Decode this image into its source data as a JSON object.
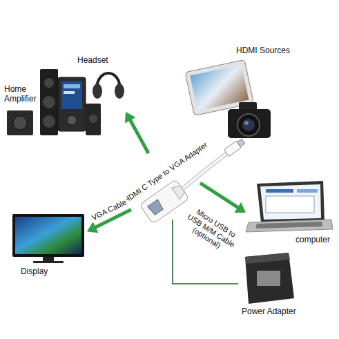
{
  "diagram": {
    "nodes": [
      {
        "text": [
          "Headset",
          "Home Amplifier"
        ]
      },
      {
        "text": [
          "HDMI Sources"
        ]
      },
      {
        "text": [
          "HDMI C Type to VGA Adapter"
        ]
      },
      {
        "text": [
          "Display"
        ]
      },
      {
        "text": [
          "computer"
        ]
      },
      {
        "text": [
          "Power Adapter"
        ]
      }
    ],
    "edges": [
      {
        "from": 2,
        "to": 0,
        "arrow": "to"
      },
      {
        "from": 2,
        "to": 3,
        "label": "VGA Cable",
        "arrow": "to"
      },
      {
        "from": 2,
        "to": 4,
        "label": "Micro USB to USB M/M Cable (optional)",
        "arrow": "to"
      },
      {
        "from": 2,
        "to": 5,
        "arrow": "none"
      }
    ]
  }
}
